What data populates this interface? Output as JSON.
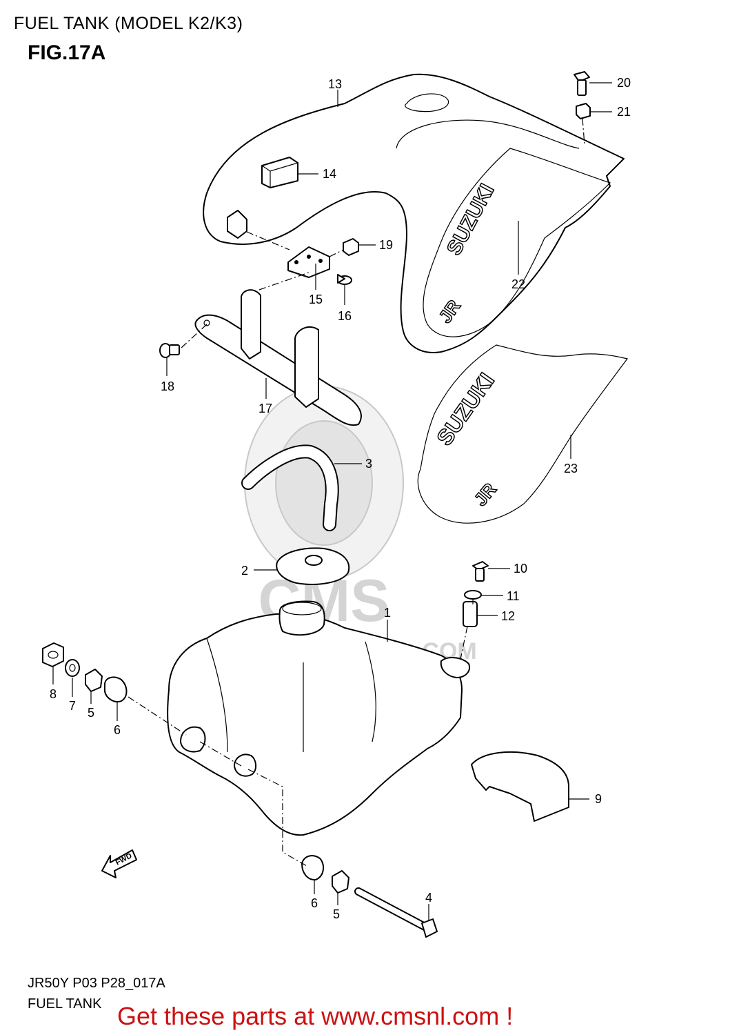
{
  "header": {
    "title": "FUEL TANK (MODEL K2/K3)",
    "figure": "FIG.17A"
  },
  "watermark": {
    "logo_text": "CMS",
    "url_text": "WWW.CMSNL.COM"
  },
  "decals": {
    "brand_text": "SUZUKI",
    "model_badge": "JR"
  },
  "arrow_label": "FWD",
  "callouts": [
    {
      "id": "c13",
      "label": "13"
    },
    {
      "id": "c20",
      "label": "20"
    },
    {
      "id": "c21",
      "label": "21"
    },
    {
      "id": "c14",
      "label": "14"
    },
    {
      "id": "c19",
      "label": "19"
    },
    {
      "id": "c15",
      "label": "15"
    },
    {
      "id": "c16",
      "label": "16"
    },
    {
      "id": "c22",
      "label": "22"
    },
    {
      "id": "c18",
      "label": "18"
    },
    {
      "id": "c17",
      "label": "17"
    },
    {
      "id": "c23",
      "label": "23"
    },
    {
      "id": "c3",
      "label": "3"
    },
    {
      "id": "c2",
      "label": "2"
    },
    {
      "id": "c10",
      "label": "10"
    },
    {
      "id": "c11",
      "label": "11"
    },
    {
      "id": "c12",
      "label": "12"
    },
    {
      "id": "c1",
      "label": "1"
    },
    {
      "id": "c8",
      "label": "8"
    },
    {
      "id": "c7",
      "label": "7"
    },
    {
      "id": "c5a",
      "label": "5"
    },
    {
      "id": "c6a",
      "label": "6"
    },
    {
      "id": "c9",
      "label": "9"
    },
    {
      "id": "c6b",
      "label": "6"
    },
    {
      "id": "c5b",
      "label": "5"
    },
    {
      "id": "c4",
      "label": "4"
    }
  ],
  "footer": {
    "code": "JR50Y P03 P28_017A",
    "name": "FUEL TANK",
    "cta": "Get these parts at www.cmsnl.com !"
  },
  "colors": {
    "cta": "#cc1111",
    "watermark": "#d9d9d9",
    "line": "#000000"
  }
}
